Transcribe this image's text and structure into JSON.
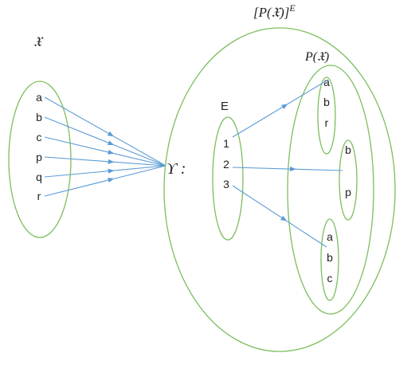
{
  "colors": {
    "ellipse_stroke": "#7cbf5f",
    "arrow": "#5b9bd5",
    "text": "#222222"
  },
  "labels": {
    "set_x": "𝔛",
    "map_symbol": "ϒ :",
    "set_E": "E",
    "power_set": "P(𝔛)",
    "function_space_base": "[P(𝔛)]",
    "function_space_exp": "E"
  },
  "domain_elements": [
    "a",
    "b",
    "c",
    "p",
    "q",
    "r"
  ],
  "E_elements": [
    "1",
    "2",
    "3"
  ],
  "subsets": [
    {
      "elements": [
        "a",
        "b",
        "r"
      ]
    },
    {
      "elements": [
        "b",
        "p"
      ]
    },
    {
      "elements": [
        "a",
        "b",
        "c"
      ]
    }
  ],
  "mapping": [
    {
      "from": "1",
      "to_subset": 0
    },
    {
      "from": "2",
      "to_subset": 1
    },
    {
      "from": "3",
      "to_subset": 2
    }
  ]
}
